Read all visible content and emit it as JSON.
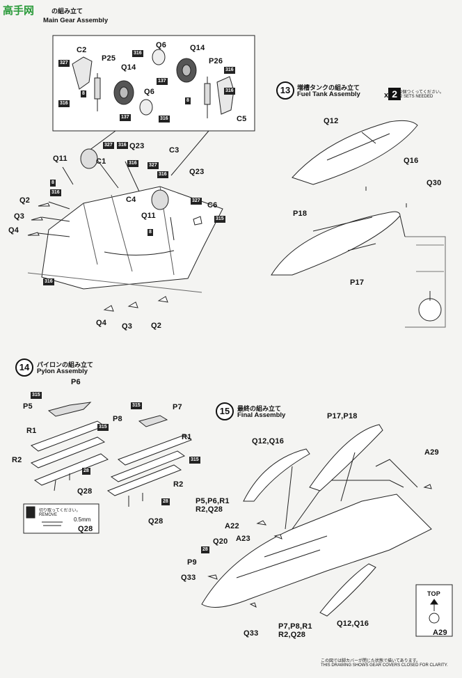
{
  "header": {
    "watermark": "高手网",
    "step_jp": "の組み立て",
    "step_en_partial": "Main Gear Assembly"
  },
  "steps": {
    "s13": {
      "num": "13",
      "jp": "増槽タンクの組み立て",
      "en": "Fuel Tank Assembly",
      "qty": "2",
      "qty_jp": "2個つくってください。",
      "qty_en": "2 SETS NEEDED"
    },
    "s14": {
      "num": "14",
      "jp": "パイロンの組み立て",
      "en": "Pylon Assembly"
    },
    "s15": {
      "num": "15",
      "jp": "最終の組み立て",
      "en": "Final Assembly"
    }
  },
  "labels": {
    "C2": "C2",
    "P25": "P25",
    "Q14a": "Q14",
    "Q6a": "Q6",
    "Q6b": "Q6",
    "Q14b": "Q14",
    "P26": "P26",
    "C5": "C5",
    "Q11a": "Q11",
    "C1": "C1",
    "Q23a": "Q23",
    "C3": "C3",
    "Q23b": "Q23",
    "C4": "C4",
    "Q11b": "Q11",
    "C6": "C6",
    "Q2a": "Q2",
    "Q3a": "Q3",
    "Q4a": "Q4",
    "Q4b": "Q4",
    "Q3b": "Q3",
    "Q2b": "Q2",
    "Q12": "Q12",
    "Q16": "Q16",
    "Q30": "Q30",
    "P18": "P18",
    "P17": "P17",
    "P6": "P6",
    "P5": "P5",
    "R1a": "R1",
    "R2a": "R2",
    "Q28a": "Q28",
    "P8": "P8",
    "P7": "P7",
    "R1b": "R1",
    "R2b": "R2",
    "Q28b": "Q28",
    "P17P18": "P17,P18",
    "Q12Q16a": "Q12,Q16",
    "A29a": "A29",
    "P5P6R1": "P5,P6,R1",
    "R2Q28a": "R2,Q28",
    "A22": "A22",
    "A23": "A23",
    "Q20": "Q20",
    "P9": "P9",
    "Q33a": "Q33",
    "Q33b": "Q33",
    "P7P8R1": "P7,P8,R1",
    "R2Q28b": "R2,Q28",
    "Q12Q16b": "Q12,Q16",
    "TOP": "TOP",
    "A29b": "A29"
  },
  "tags": {
    "t327a": "327",
    "t8a": "8",
    "t316a": "316",
    "t316b": "316",
    "t137a": "137",
    "t316c": "316",
    "t137b": "137",
    "t316d": "316",
    "t8b": "8",
    "t316e": "316",
    "t327b": "327",
    "t316f": "316",
    "t316g": "316",
    "t327c": "327",
    "t316h": "316",
    "t8c": "8",
    "t316i": "316",
    "t8d": "8",
    "t327d": "327",
    "t315a": "315",
    "t316j": "316",
    "t315b": "315",
    "t315c": "315",
    "t28a": "28",
    "t315d": "315",
    "t315e": "315",
    "t28b": "28",
    "t28c": "28"
  },
  "cut_note": {
    "jp": "切り取ってください。",
    "en": "REMOVE",
    "dim": "0.5mm",
    "part": "Q28"
  },
  "footer": {
    "note_jp": "この図では脚カバーが閉じた状態で描いてあります。",
    "note_en": "THIS DRAWING SHOWS GEAR COVERS CLOSED FOR CLARITY."
  }
}
